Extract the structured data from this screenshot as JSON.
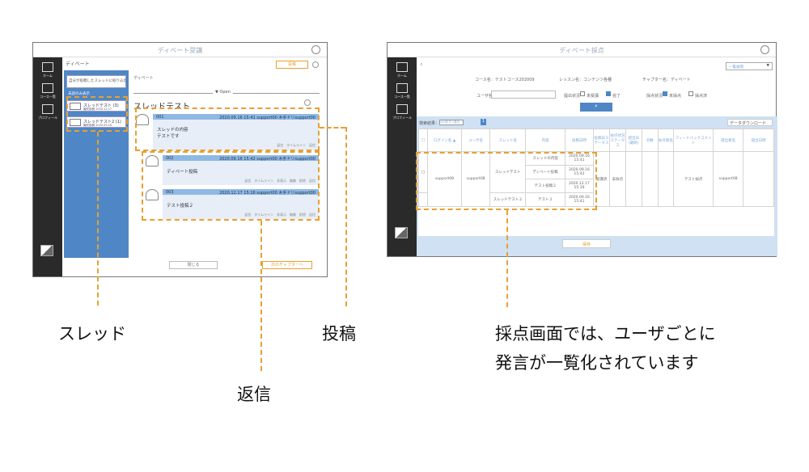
{
  "left_window": {
    "title": "ディベート受講",
    "nav": [
      {
        "label": "ホーム",
        "icon": "home-icon"
      },
      {
        "label": "コース一覧",
        "icon": "books-icon"
      },
      {
        "label": "プロフィール",
        "icon": "profile-icon"
      }
    ],
    "section_title": "ディベート",
    "filter_label": "自分が投稿したスレッドに絞り込む",
    "new_thread_label": "未読のみ表示",
    "threads": [
      {
        "title": "スレッドテスト (3)",
        "date": "最終投稿 2020.12.17"
      },
      {
        "title": "スレッドテスト2 (1)",
        "date": "最終投稿 2020.09.16"
      }
    ],
    "post_button": "投稿",
    "breadcrumb": "ディベート",
    "status": "▼ Open",
    "thread_title": "スレッドテスト",
    "posts": [
      {
        "no": "001",
        "meta": "2020.09.16 15:41 support00 木手ドリsupport00",
        "body1": "スレッドの内容",
        "body2": "テストです",
        "actions": "返信　タイムライン　返信"
      },
      {
        "no": "002",
        "meta": "2020.09.16 15:42 support00 木手ドリsupport00",
        "body1": "ディベート投稿",
        "actions": "返信　タイムライン　非表示　編集　削除　返信"
      },
      {
        "no": "003",
        "meta": "2020.12.17 15:16 support00 木手ドリsupport00",
        "body1": "テスト投稿２",
        "actions": "返信　タイムライン　非表示　編集　削除　返信"
      }
    ],
    "close_button": "閉じる",
    "next_button": "次のチャプターへ"
  },
  "right_window": {
    "title": "ディベート採点",
    "select_value": "一覧展開",
    "course": "コース名：テストコース202009",
    "lesson": "レッスン名：コンテンツ各種",
    "chapter": "チャプター名：ディベート",
    "user_label": "ユーザ名",
    "submit_label": "提出状況",
    "not_submitted": "未受講",
    "done": "完了",
    "grade_label": "採点状況",
    "not_graded": "未採点",
    "graded": "採点済",
    "result_count": "検索結果：1件",
    "per_page": "100件ずつ表示",
    "page": "1",
    "download": "データダウンロード",
    "headers": [
      "ログイン名 ▲",
      "ユーザ名",
      "スレッド名",
      "内容",
      "投稿日時",
      "投稿日ステータス",
      "採点状況ステータス",
      "提出日(最終)",
      "点数",
      "採点者名",
      "フィードバックコメント",
      "提出者名",
      "提出日時"
    ],
    "user_login": "support08",
    "user_name": "support08",
    "thread1": "スレッドテスト",
    "thread2": "スレッドテスト２",
    "items": [
      {
        "content": "スレッドの内容",
        "date": "2020.09.16 15:41"
      },
      {
        "content": "ディベート投稿",
        "date": "2020.09.16 15:42"
      },
      {
        "content": "テスト投稿２",
        "date": "2020.12.17 15:16"
      },
      {
        "content": "テスト２",
        "date": "2020.09.16 15:41"
      }
    ],
    "post_status": "受講済",
    "grade_status": "未採点",
    "grader": "テスト採点",
    "submitter": "support08",
    "save_button": "保存"
  },
  "captions": {
    "thread": "スレッド",
    "post": "投稿",
    "reply": "返信",
    "grading_line1": "採点画面では、ユーザごとに",
    "grading_line2": "発言が一覧化されています"
  }
}
